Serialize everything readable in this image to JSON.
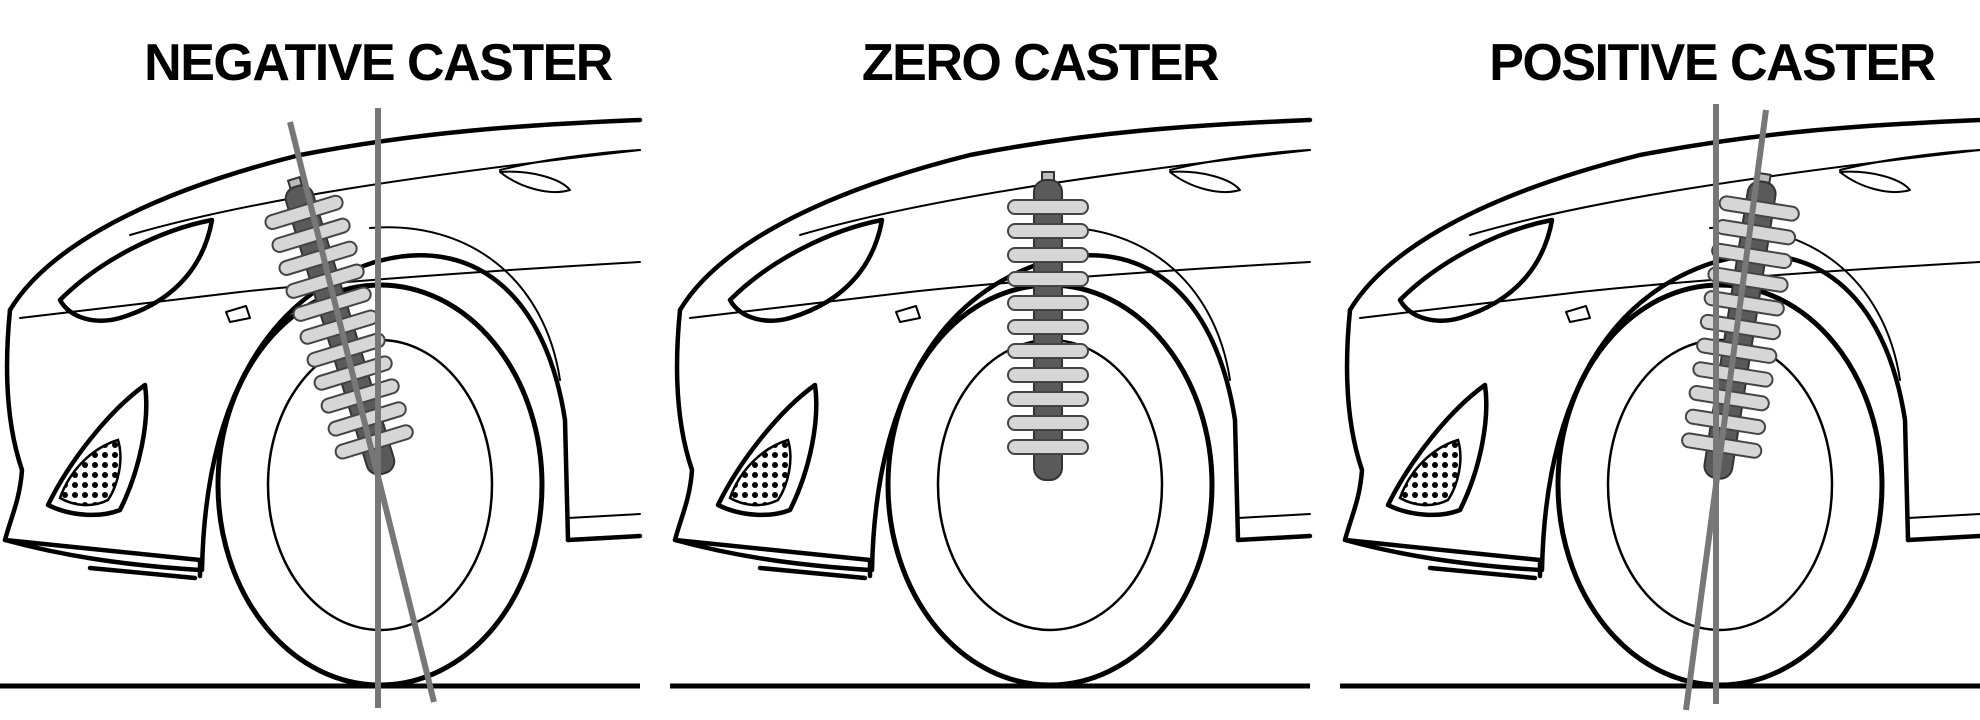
{
  "panels": [
    {
      "id": "negative",
      "title": "NEGATIVE CASTER",
      "tilt_deg": -17
    },
    {
      "id": "zero",
      "title": "ZERO CASTER",
      "tilt_deg": 0
    },
    {
      "id": "positive",
      "title": "POSITIVE CASTER",
      "tilt_deg": 9
    }
  ],
  "colors": {
    "outline": "#000000",
    "axis": "#777777",
    "spring": "#d6d6d6",
    "damper": "#5a5a5a",
    "background": "#ffffff"
  }
}
